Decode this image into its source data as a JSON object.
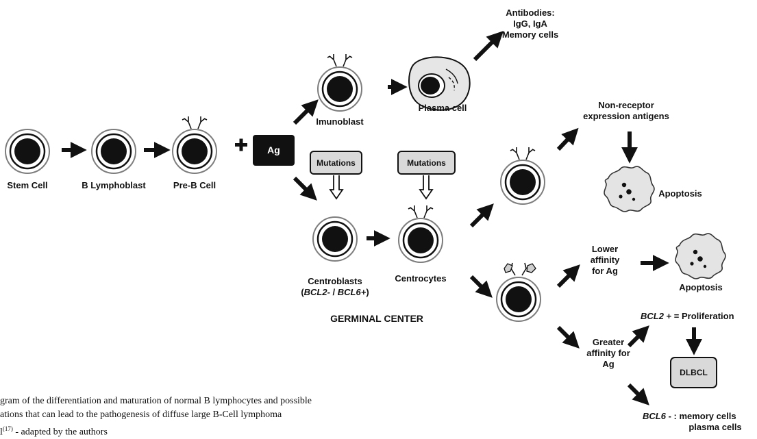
{
  "labels": {
    "stem_cell": "Stem Cell",
    "b_lymphoblast": "B Lymphoblast",
    "pre_b_cell": "Pre-B Cell",
    "plus": "+",
    "antigen": "Ag",
    "imunoblast": "Imunoblast",
    "plasma_cell": "Plasma cell",
    "antibodies_line1": "Antibodies:",
    "antibodies_line2": "IgG, IgA",
    "antibodies_line3": "Memory cells",
    "mutations_1": "Mutations",
    "mutations_2": "Mutations",
    "non_receptor_line1": "Non-receptor",
    "non_receptor_line2": "expression antigens",
    "apoptosis_1": "Apoptosis",
    "apoptosis_2": "Apoptosis",
    "centroblasts_line1": "Centroblasts",
    "centroblasts_line2_a": "BCL2-",
    "centroblasts_line2_b": " / ",
    "centroblasts_line2_c": "BCL6+",
    "centrocytes": "Centrocytes",
    "germinal_center": "GERMINAL CENTER",
    "lower_affinity_line1": "Lower",
    "lower_affinity_line2": "affinity",
    "lower_affinity_line3": "for Ag",
    "greater_affinity_line1": "Greater",
    "greater_affinity_line2": "affinity for",
    "greater_affinity_line3": "Ag",
    "bcl2_gene": "BCL2",
    "bcl2_rest": " + = Proliferation",
    "dlbcl": "DLBCL",
    "bcl6_gene": "BCL6",
    "bcl6_rest": " - : memory cells",
    "plasma_cells": "plasma cells"
  },
  "caption": {
    "line1": "gram of the differentiation and maturation of normal B lymphocytes and possible",
    "line2": "ations that can lead to the pathogenesis of diffuse large B-Cell lymphoma",
    "line3_ref": "(17)",
    "line3_rest": " - adapted by the authors"
  },
  "colors": {
    "cell_ring": "#7d7d7d",
    "nucleus": "#111111",
    "box_fill": "#d9d9d9",
    "ag_fill": "#111111",
    "plasma_fill": "#e6e6e6",
    "apoptotic_fill": "#e4e4e4"
  }
}
